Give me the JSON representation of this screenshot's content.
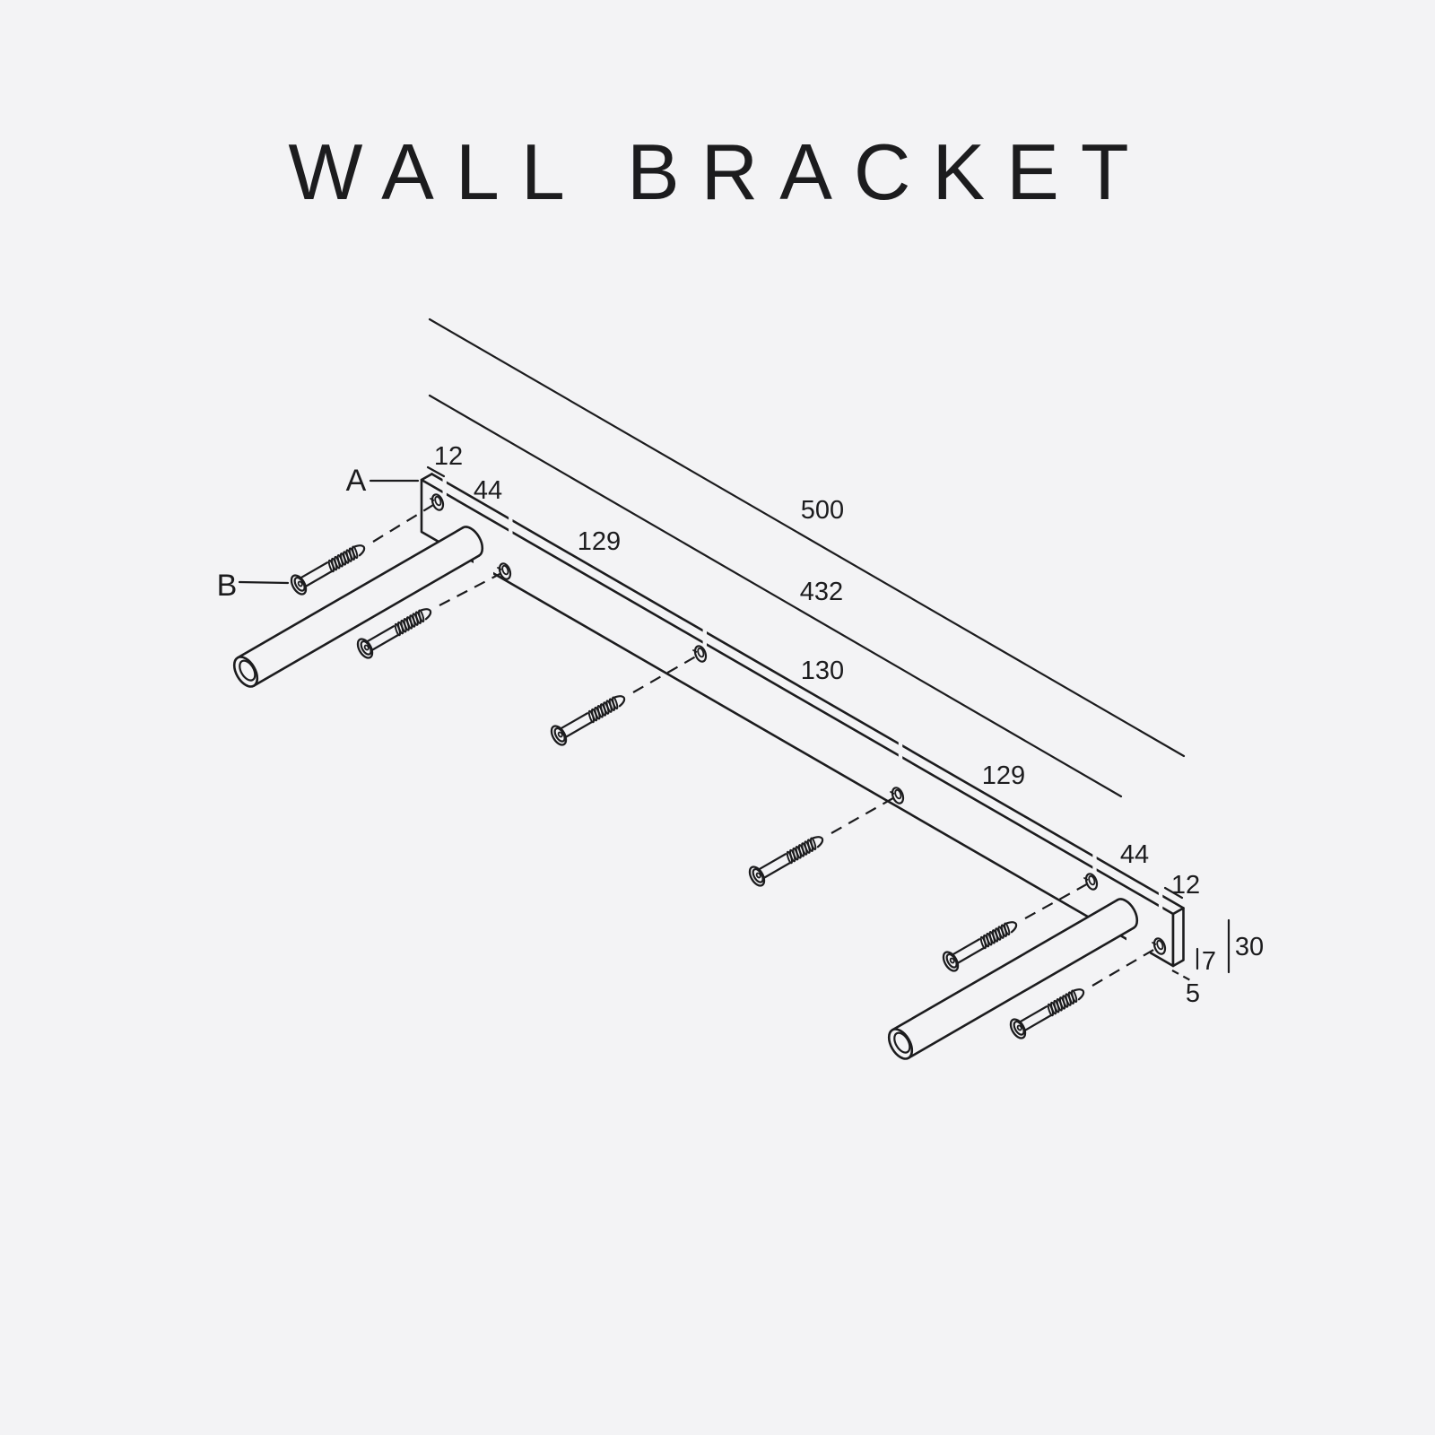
{
  "title": "WALL BRACKET",
  "colors": {
    "background": "#f3f3f5",
    "ink": "#1c1c1e"
  },
  "part_labels": {
    "plate": "A",
    "screw": "B"
  },
  "dimensions": {
    "total_length": "500",
    "hole_span": "432",
    "segments_top": [
      "12",
      "44",
      "129",
      "130",
      "129",
      "44",
      "12"
    ],
    "plate_height": "30",
    "plate_thickness": "7",
    "edge_offset": "5"
  }
}
